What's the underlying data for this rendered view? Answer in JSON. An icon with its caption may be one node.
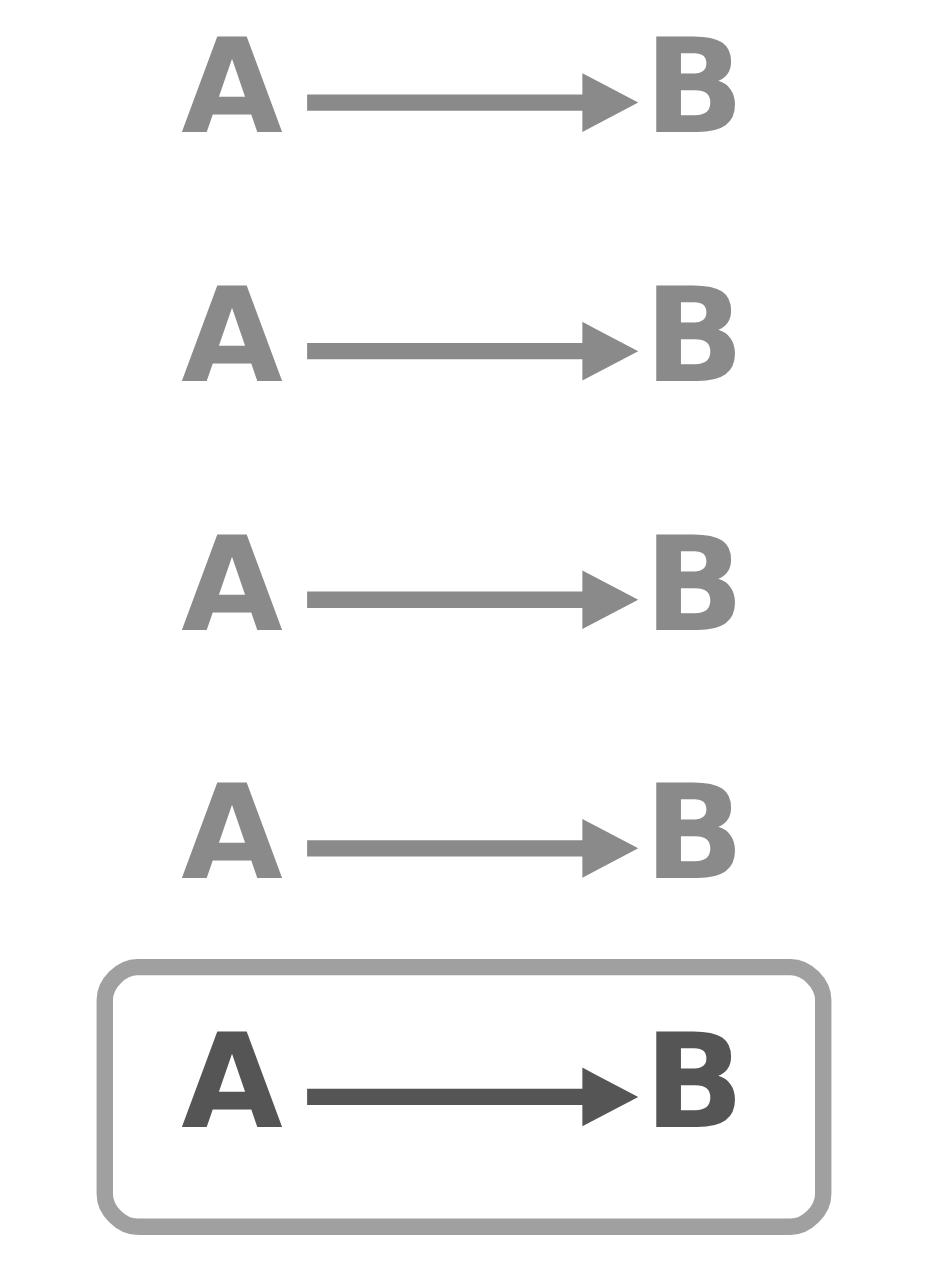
{
  "diagram": {
    "nodes": [
      {
        "text": [
          "A"
        ]
      },
      {
        "text": [
          "B"
        ]
      },
      {
        "text": [
          "A"
        ]
      },
      {
        "text": [
          "B"
        ]
      },
      {
        "text": [
          "A"
        ]
      },
      {
        "text": [
          "B"
        ]
      },
      {
        "text": [
          "A"
        ]
      },
      {
        "text": [
          "B"
        ]
      },
      {
        "text": [],
        "shape": "ellipse"
      },
      {
        "text": [
          "A"
        ],
        "in": 8
      },
      {
        "text": [
          "B"
        ],
        "in": 8
      }
    ],
    "edges": [
      {
        "from": 0,
        "to": 1,
        "arrow": "to"
      },
      {
        "from": 2,
        "to": 3,
        "arrow": "to"
      },
      {
        "from": 4,
        "to": 5,
        "arrow": "to"
      },
      {
        "from": 6,
        "to": 7,
        "arrow": "to"
      },
      {
        "from": 9,
        "to": 10,
        "arrow": "to",
        "color": "#555555"
      }
    ]
  }
}
